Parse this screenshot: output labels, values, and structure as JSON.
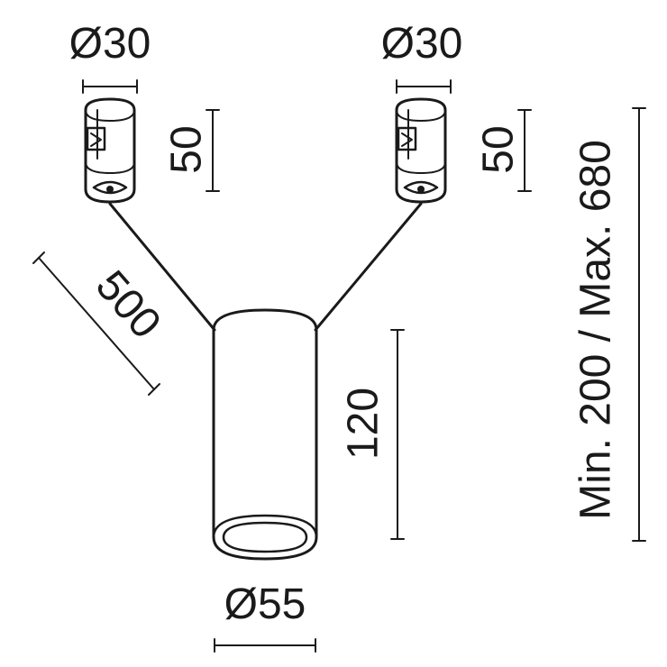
{
  "diagram": {
    "left_mount_diameter": "Ø30",
    "right_mount_diameter": "Ø30",
    "left_mount_height": "50",
    "right_mount_height": "50",
    "cable_length": "500",
    "body_height": "120",
    "body_diameter": "Ø55",
    "total_height_range": "Min. 200 / Max. 680"
  }
}
